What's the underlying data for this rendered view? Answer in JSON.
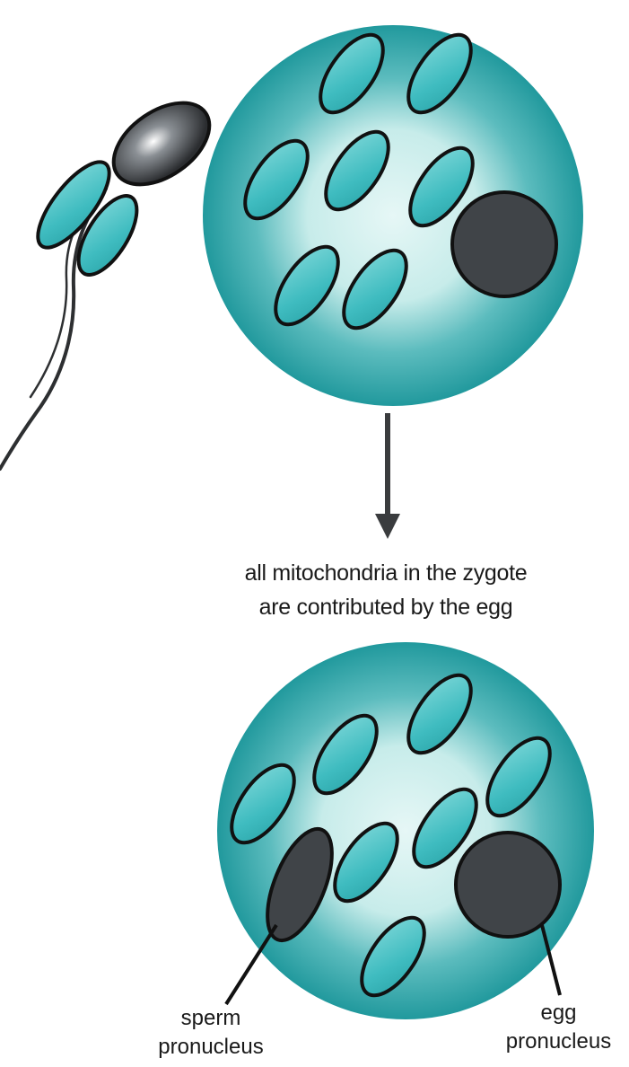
{
  "caption": {
    "line1": "all mitochondria in the zygote",
    "line2": "are contributed by the egg"
  },
  "labels": {
    "sperm_pronucleus": [
      "sperm",
      "pronucleus"
    ],
    "egg_pronucleus": [
      "egg",
      "pronucleus"
    ]
  },
  "colors": {
    "cell_outer": "#2a9a9e",
    "cell_inner": "#d6f2f0",
    "mitochondrion": "#4ec3c6",
    "nucleus": "#3f4346",
    "outline": "#111111"
  }
}
